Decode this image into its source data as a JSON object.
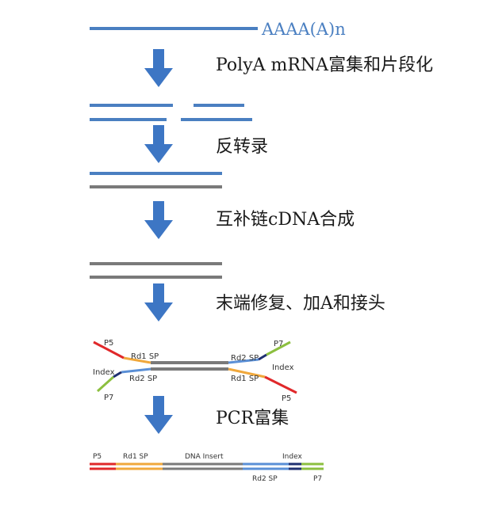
{
  "colors": {
    "rna": "#4a7fc1",
    "dna": "#7a7a7a",
    "arrow": "#3d76c4",
    "p5": "#e0282a",
    "p7": "#8cbf3f",
    "rd1": "#f0a83c",
    "rd2": "#5a8fd6",
    "index": "#1f2f70",
    "text": "#1a1a1a"
  },
  "polya_label": "AAAA(A)n",
  "steps": [
    {
      "label": "PolyA mRNA富集和片段化"
    },
    {
      "label": "反转录"
    },
    {
      "label": "互补链cDNA合成"
    },
    {
      "label": "末端修复、加A和接头"
    },
    {
      "label": "PCR富集"
    }
  ],
  "adapter_diagram": {
    "p5_top": "P5",
    "rd1_top": "Rd1 SP",
    "rd2_top": "Rd2 SP",
    "p7_top": "P7",
    "index_left": "Index",
    "rd2_bottom": "Rd2 SP",
    "rd1_bottom": "Rd1 SP",
    "index_right": "Index",
    "p7_bottom": "P7",
    "p5_bottom": "P5"
  },
  "library": {
    "p5": "P5",
    "rd1": "Rd1 SP",
    "insert": "DNA Insert",
    "index": "Index",
    "rd2": "Rd2 SP",
    "p7": "P7"
  }
}
